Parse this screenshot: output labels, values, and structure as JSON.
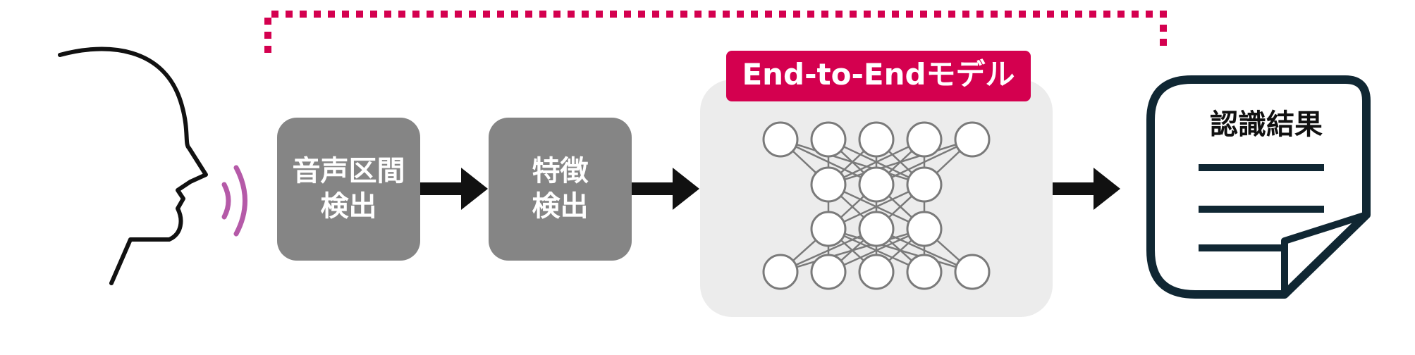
{
  "colors": {
    "accent": "#d4004f",
    "box": "#858585",
    "panel": "#ececec",
    "node_stroke": "#7a7a7a",
    "doc_stroke": "#102733",
    "wave": "#b55aa8",
    "arrow": "#111111"
  },
  "steps": [
    {
      "line1": "音声区間",
      "line2": "検出"
    },
    {
      "line1": "特徴",
      "line2": "検出"
    }
  ],
  "model": {
    "label": "End-to-Endモデル",
    "layers": [
      5,
      3,
      3,
      5
    ]
  },
  "result": {
    "title": "認識結果"
  },
  "icons": {
    "speaker": "face-profile-icon",
    "sound": "sound-wave-icon",
    "document": "document-icon"
  }
}
